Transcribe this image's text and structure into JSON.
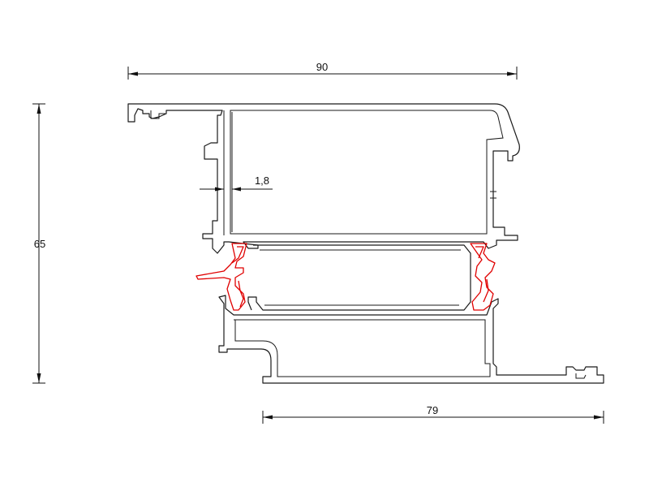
{
  "dimensions": {
    "width_top": "90",
    "height_left": "65",
    "wall_thickness": "1,8",
    "width_bottom": "79"
  },
  "colors": {
    "profile": "#1a1a1a",
    "thermal_break": "#e00000",
    "dimension": "#111111"
  }
}
